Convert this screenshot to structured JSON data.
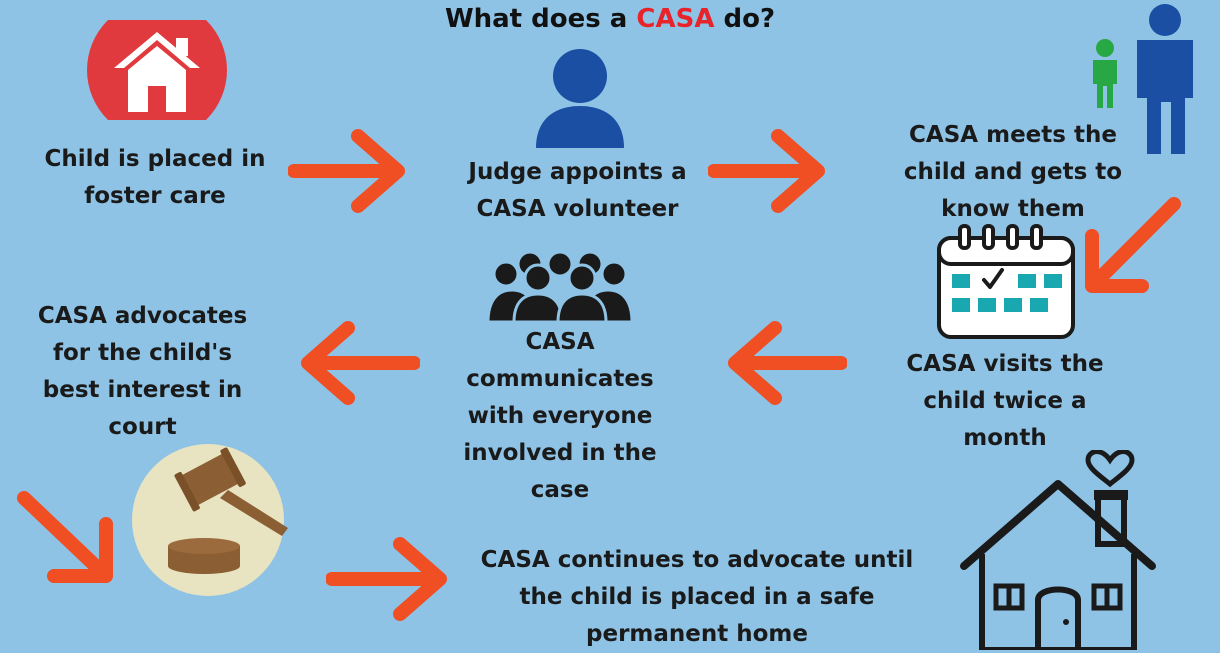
{
  "title": {
    "prefix": "What does a ",
    "accent": "CASA",
    "suffix": " do?"
  },
  "colors": {
    "background": "#8ec3e6",
    "arrow": "#f04e23",
    "accent": "#e8232a",
    "icon_blue": "#1a4fa3",
    "icon_green": "#28a745",
    "calendar_teal": "#19a7b0",
    "gavel_brown": "#8b5e34"
  },
  "steps": [
    {
      "id": "placed-in-foster-care",
      "text": "Child is placed in foster care",
      "icon": "house-icon"
    },
    {
      "id": "judge-appoints",
      "text": "Judge appoints a CASA volunteer",
      "icon": "person-icon"
    },
    {
      "id": "meets-child",
      "text": "CASA meets the child and gets to know them",
      "icon": "adult-child-icon"
    },
    {
      "id": "visits-child",
      "text": "CASA visits the child twice a month",
      "icon": "calendar-icon"
    },
    {
      "id": "communicates",
      "text": "CASA communicates with everyone involved in the case",
      "icon": "group-icon"
    },
    {
      "id": "advocates-court",
      "text": "CASA advocates for the child's best interest in court",
      "icon": "gavel-icon"
    },
    {
      "id": "continues-advocate",
      "text": "CASA continues to advocate until the child is placed in a safe permanent home",
      "icon": "home-heart-icon"
    }
  ]
}
